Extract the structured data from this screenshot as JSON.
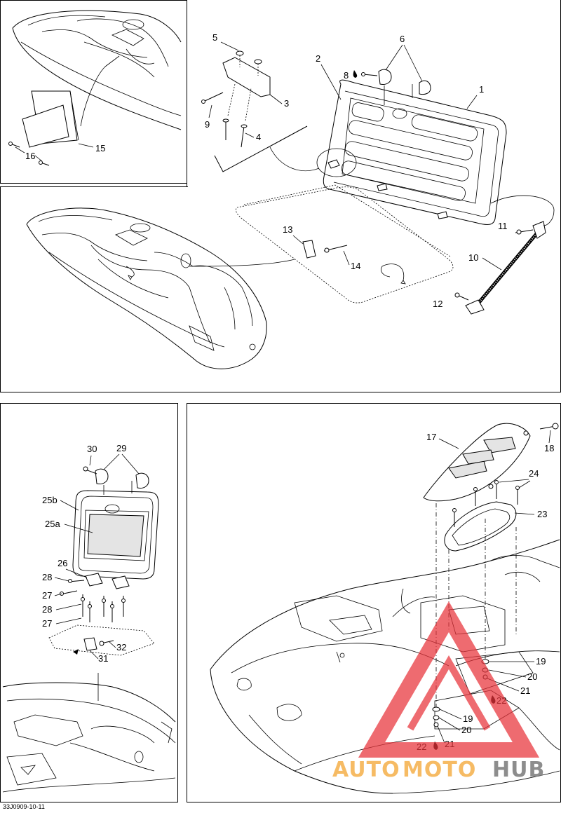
{
  "footer_code": "33J0909-10-11",
  "watermark": {
    "auto": "AUTO",
    "moto": "MOTO",
    "hub": "HUB",
    "color_auto": "#f5b04a",
    "color_hub": "#7a7a7a",
    "triangle_color": "#e8333a"
  },
  "callouts": {
    "c1": "1",
    "c2": "2",
    "c3": "3",
    "c4": "4",
    "c5": "5",
    "c6": "6",
    "c8": "8",
    "c9": "9",
    "c10": "10",
    "c11": "11",
    "c12": "12",
    "c13": "13",
    "c14": "14",
    "c15": "15",
    "c16": "16",
    "c17": "17",
    "c18": "18",
    "c19a": "19",
    "c19b": "19",
    "c20a": "20",
    "c20b": "20",
    "c21a": "21",
    "c21b": "21",
    "c22a": "22",
    "c22b": "22",
    "c23": "23",
    "c24": "24",
    "c25a": "25a",
    "c25b": "25b",
    "c26": "26",
    "c27a": "27",
    "c27b": "27",
    "c28a": "28",
    "c28b": "28",
    "c29": "29",
    "c30": "30",
    "c31": "31",
    "c32": "32"
  }
}
